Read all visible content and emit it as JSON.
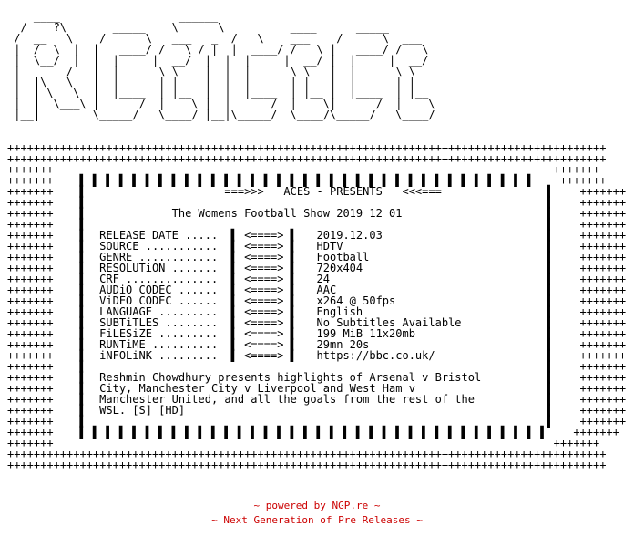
{
  "nfo_text": "    ____                  ______\n  /    ?\\       _____    \\      \\          ____      _____\n /  __   \\    /      \\   ___   _  /   \\    ___    /      \\  ___\n |  /  \\  |  |   ____/ /   \\ / |  |  ____/ /   \\ |   ____/ /   \\\n |  \\__/  |  |  |     |  __/  |  |  |     |  __/ |  |     |  __/\n |       /   |  |      \\ \\    |  |  |      \\ \\   |  |      \\ \\\n |  |\\   \\   |  |      | |    |  |  |      | |   |  |      | |\n |  | \\   \\  |  |____  | |__  |  |  |____  | |__ |  |____  | |__\n |  |  \\___\\ |      /  |    \\ |  |      /  |    \\|      /  |    \\\n |__|        \\_____/   \\____/ |__|\\_____/  \\____/\\_____/   \\____/\n\n\n+++++++++++++++++++++++++++++++++++++++++++++++++++++++++++++++++++++++++++++++++++++++++++\n+++++++++++++++++++++++++++++++++++++++++++++++++++++++++++++++++++++++++++++++++++++++++++\n+++++++                                                                            +++++++\n+++++++    ▌ ▌ ▌ ▌ ▌ ▌ ▌ ▌ ▌ ▌ ▌ ▌ ▌ ▌ ▌ ▌ ▌ ▌ ▌ ▌ ▌ ▌ ▌ ▌ ▌ ▌ ▌ ▌ ▌ ▌ ▌ ▌ ▌ ▌ ▌    +++++++\n+++++++    ▌                     ===>>>   ACES - PRESENTS   <<<===                ▌    +++++++\n+++++++    ▌                                                                      ▌    +++++++\n+++++++    ▌             The Womens Football Show 2019 12 01                      ▌    +++++++\n+++++++    ▌                                                                      ▌    +++++++\n+++++++    ▌  RELEASE DATE .....  ▌ <====> ▌   2019.12.03                         ▌    +++++++\n+++++++    ▌  SOURCE ...........  ▌ <====> ▌   HDTV                               ▌    +++++++\n+++++++    ▌  GENRE ............  ▌ <====> ▌   Football                           ▌    +++++++\n+++++++    ▌  RESOLUTiON .......  ▌ <====> ▌   720x404                            ▌    +++++++\n+++++++    ▌  CRF ..............  ▌ <====> ▌   24                                 ▌    +++++++\n+++++++    ▌  AUDiO CODEC ......  ▌ <====> ▌   AAC                                ▌    +++++++\n+++++++    ▌  ViDEO CODEC ......  ▌ <====> ▌   x264 @ 50fps                       ▌    +++++++\n+++++++    ▌  LANGUAGE .........  ▌ <====> ▌   English                            ▌    +++++++\n+++++++    ▌  SUBTiTLES ........  ▌ <====> ▌   No Subtitles Available             ▌    +++++++\n+++++++    ▌  FiLESiZE .........  ▌ <====> ▌   199 MiB 11x20mb                    ▌    +++++++\n+++++++    ▌  RUNTiME ..........  ▌ <====> ▌   29mn 20s                           ▌    +++++++\n+++++++    ▌  iNFOLiNK .........  ▌ <====> ▌   https://bbc.co.uk/                 ▌    +++++++\n+++++++    ▌                                                                      ▌    +++++++\n+++++++    ▌  Reshmin Chowdhury presents highlights of Arsenal v Bristol          ▌    +++++++\n+++++++    ▌  City, Manchester City v Liverpool and West Ham v                    ▌    +++++++\n+++++++    ▌  Manchester United, and all the goals from the rest of the           ▌    +++++++\n+++++++    ▌  WSL. [S] [HD]                                                       ▌    +++++++\n+++++++    ▌                                                                      ▌    +++++++\n+++++++    ▌ ▌ ▌ ▌ ▌ ▌ ▌ ▌ ▌ ▌ ▌ ▌ ▌ ▌ ▌ ▌ ▌ ▌ ▌ ▌ ▌ ▌ ▌ ▌ ▌ ▌ ▌ ▌ ▌ ▌ ▌ ▌ ▌ ▌ ▌ ▌    +++++++\n+++++++                                                                            +++++++\n+++++++++++++++++++++++++++++++++++++++++++++++++++++++++++++++++++++++++++++++++++++++++++\n+++++++++++++++++++++++++++++++++++++++++++++++++++++++++++++++++++++++++++++++++++++++++++",
  "footer": {
    "powered_by": "~ powered by NGP.re ~",
    "tagline": "~ Next Generation of Pre Releases ~"
  },
  "colors": {
    "text": "#000000",
    "footer": "#cc0000",
    "background": "#ffffff"
  }
}
